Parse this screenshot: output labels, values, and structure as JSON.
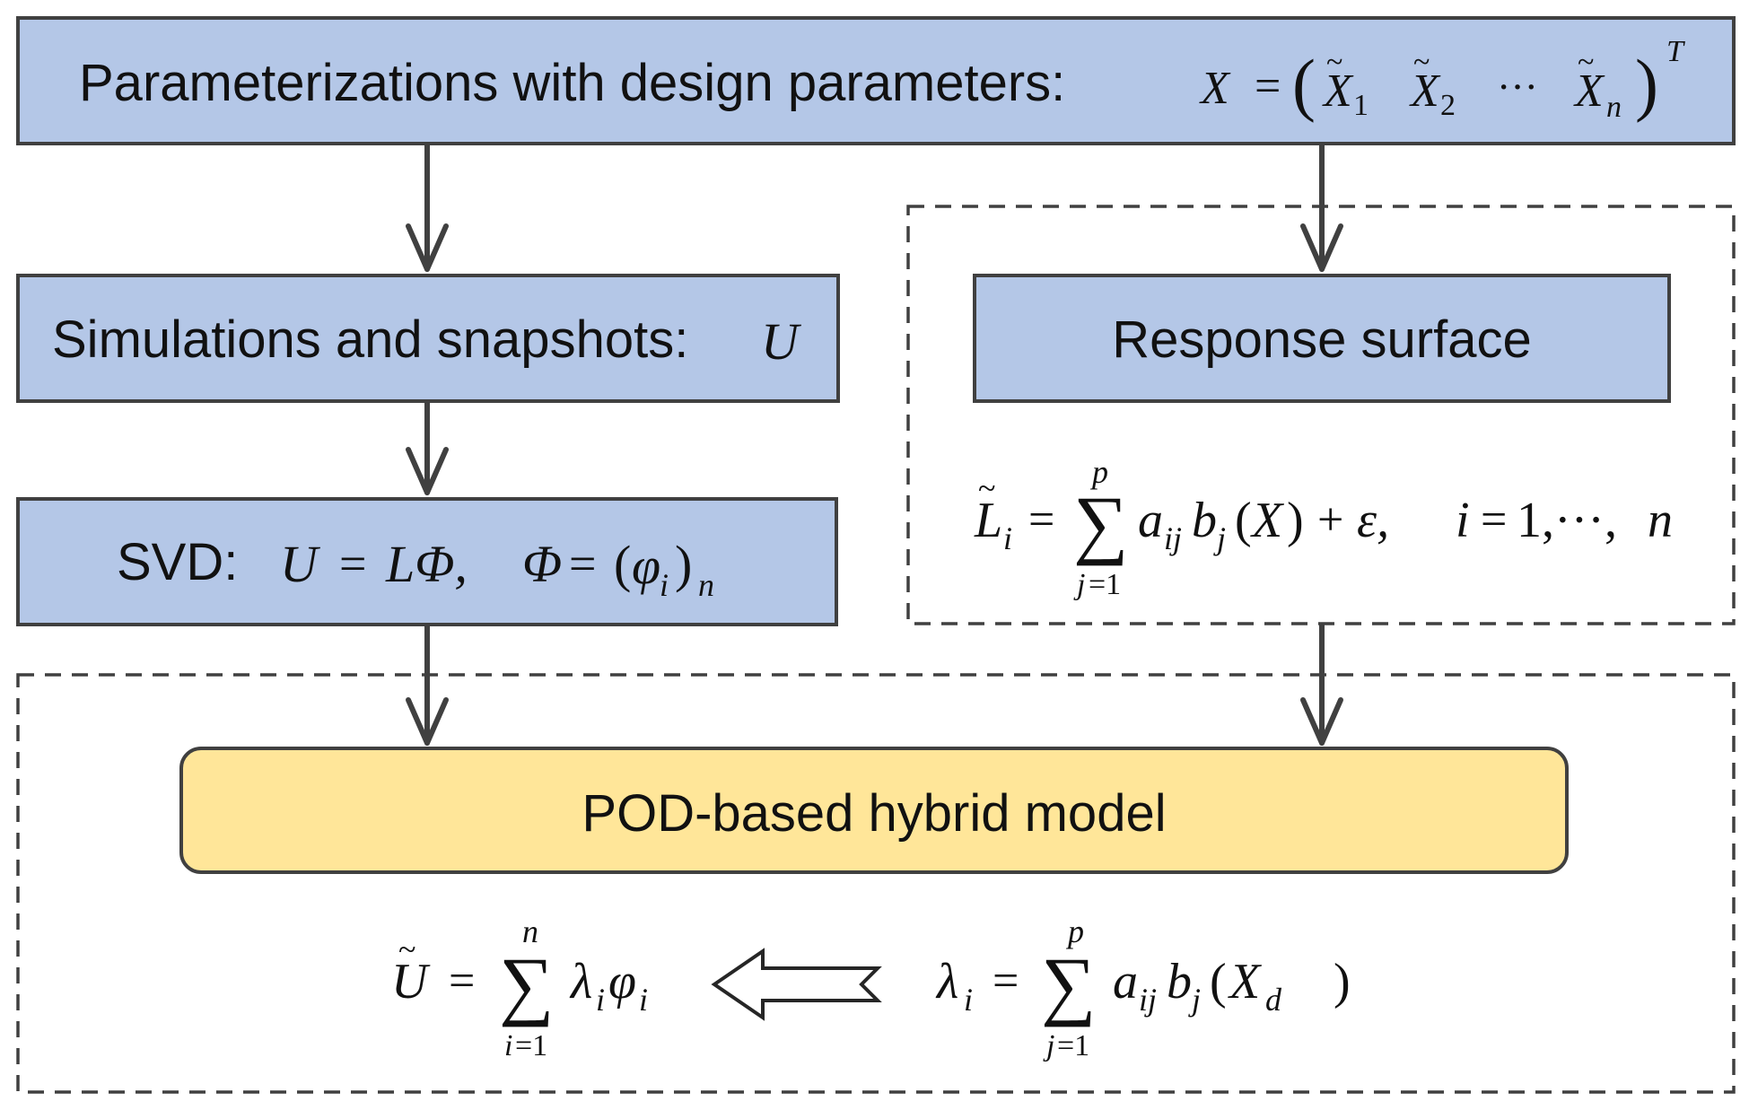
{
  "colors": {
    "blue_box": "#b4c7e7",
    "yellow_box": "#ffe699",
    "stroke": "#404040",
    "arrow": "#404040"
  },
  "boxes": {
    "params": {
      "label": "Parameterizations with design parameters:",
      "formula": "X = ( X̃1  X̃2  ···  X̃n )T"
    },
    "simulations": {
      "label": "Simulations and snapshots:",
      "formula": "U"
    },
    "svd": {
      "label": "SVD:",
      "formula": "U = LΦ,  Φ = (φi)n"
    },
    "response": {
      "label": "Response surface"
    },
    "pod": {
      "label": "POD-based hybrid model"
    }
  },
  "equations": {
    "response": "L̃i = Σ(j=1..p) aij bj(X) + ε,  i = 1,···,n",
    "reconstruction": "Ũ = Σ(i=1..n) λi φi",
    "coefficients": "λi = Σ(j=1..p) aij bj(Xd)"
  },
  "icons": {
    "flow_arrow": "arrow-down-icon",
    "implication_arrow": "hollow-arrow-left-icon"
  }
}
